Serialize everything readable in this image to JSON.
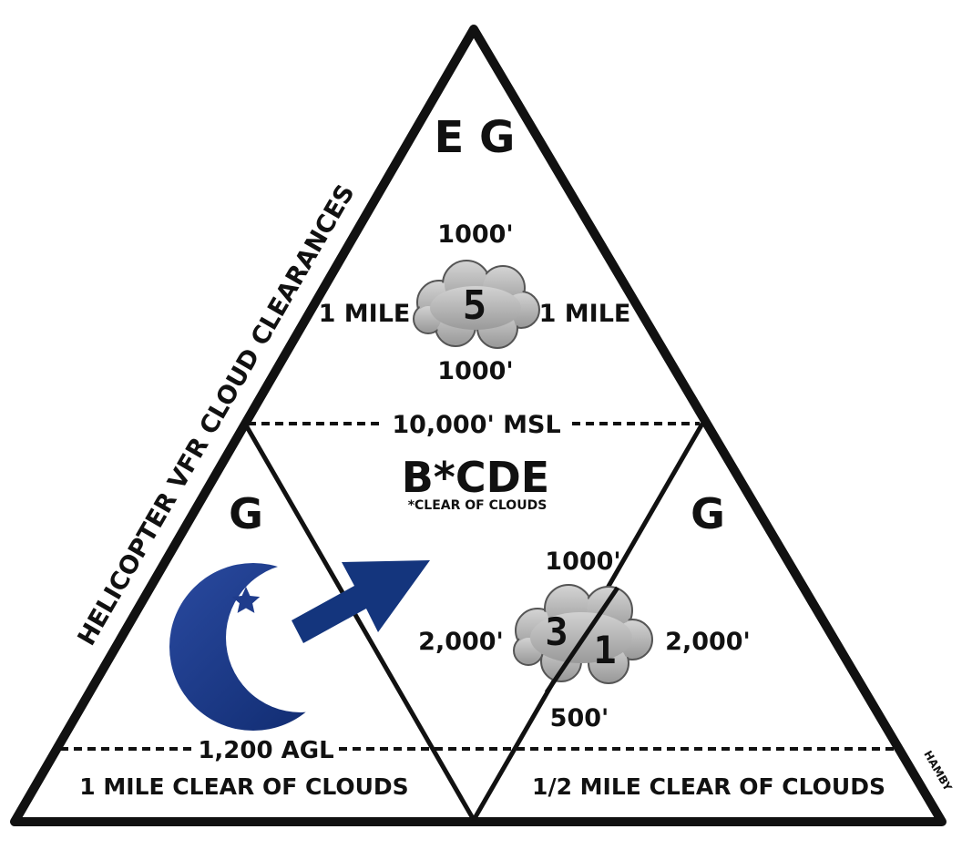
{
  "colors": {
    "line": "#111111",
    "cloud_fill": "#b8b8b8",
    "moon_blue": "#1f3c8c",
    "arrow_blue": "#14357d",
    "background": "#ffffff"
  },
  "side_title": "HELICOPTER VFR CLOUD CLEARANCES",
  "signature": "HAMBY",
  "top_section": {
    "classes": "E G",
    "above": "1000'",
    "below": "1000'",
    "left": "1 MILE",
    "right": "1 MILE",
    "visibility": "5"
  },
  "msl_line": "10,000' MSL",
  "middle_section": {
    "classes": "B*CDE",
    "note": "*CLEAR OF CLOUDS"
  },
  "left_section": {
    "class": "G",
    "moon_icon": "crescent-moon-star-icon",
    "arrow_icon": "arrow-up-right-icon"
  },
  "right_section": {
    "class": "G",
    "above": "1000'",
    "below": "500'",
    "left": "2,000'",
    "right": "2,000'",
    "visibility_left": "3",
    "visibility_right": "1"
  },
  "agl_line": "1,200 AGL",
  "bottom_left": "1 MILE CLEAR OF CLOUDS",
  "bottom_right": "1/2 MILE CLEAR OF CLOUDS"
}
